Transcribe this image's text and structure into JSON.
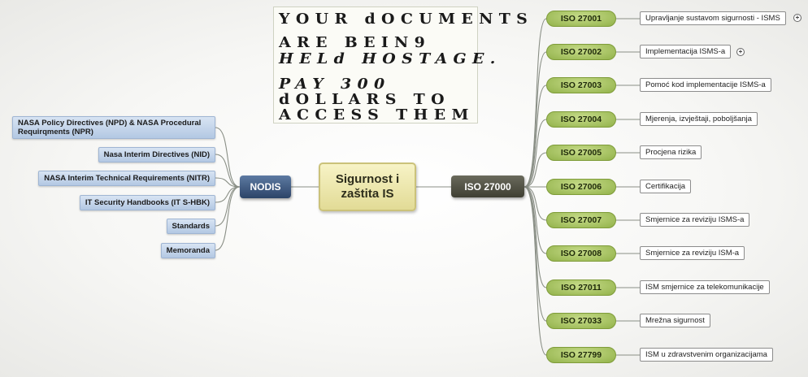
{
  "ransom_note": {
    "lines": [
      "YOUR dOCUMENTS",
      "ARE BEIN9",
      "HELd HOSTAGE.",
      "PAY 300",
      "dOLLARS TO",
      "ACCESS THEM"
    ]
  },
  "center": {
    "title": "Sigurnost i\nzaštita IS"
  },
  "left_hub": {
    "label": "NODIS"
  },
  "left_items": [
    "NASA Policy Directives (NPD) & NASA Procedural Requirqments (NPR)",
    "Nasa Interim Directives (NID)",
    "NASA Interim Technical Requirements (NITR)",
    "IT Security Handbooks (IT S-HBK)",
    "Standards",
    "Memoranda"
  ],
  "right_hub": {
    "label": "ISO 27000"
  },
  "standards": [
    {
      "code": "ISO 27001",
      "desc": "Upravljanje sustavom sigurnosti - ISMS",
      "expand": "+"
    },
    {
      "code": "ISO 27002",
      "desc": "Implementacija ISMS-a",
      "expand": "+"
    },
    {
      "code": "ISO 27003",
      "desc": "Pomoć kod implementacije ISMS-a"
    },
    {
      "code": "ISO 27004",
      "desc": "Mjerenja, izvještaji, poboljšanja"
    },
    {
      "code": "ISO 27005",
      "desc": "Procjena rizika"
    },
    {
      "code": "ISO 27006",
      "desc": "Certifikacija"
    },
    {
      "code": "ISO 27007",
      "desc": "Smjernice za reviziju ISMS-a"
    },
    {
      "code": "ISO 27008",
      "desc": "Smjernice za reviziju ISM-a"
    },
    {
      "code": "ISO 27011",
      "desc": "ISM smjernice za telekomunikacije"
    },
    {
      "code": "ISO 27033",
      "desc": "Mrežna sigurnost"
    },
    {
      "code": "ISO 27799",
      "desc": "ISM u zdravstvenim organizacijama"
    }
  ]
}
